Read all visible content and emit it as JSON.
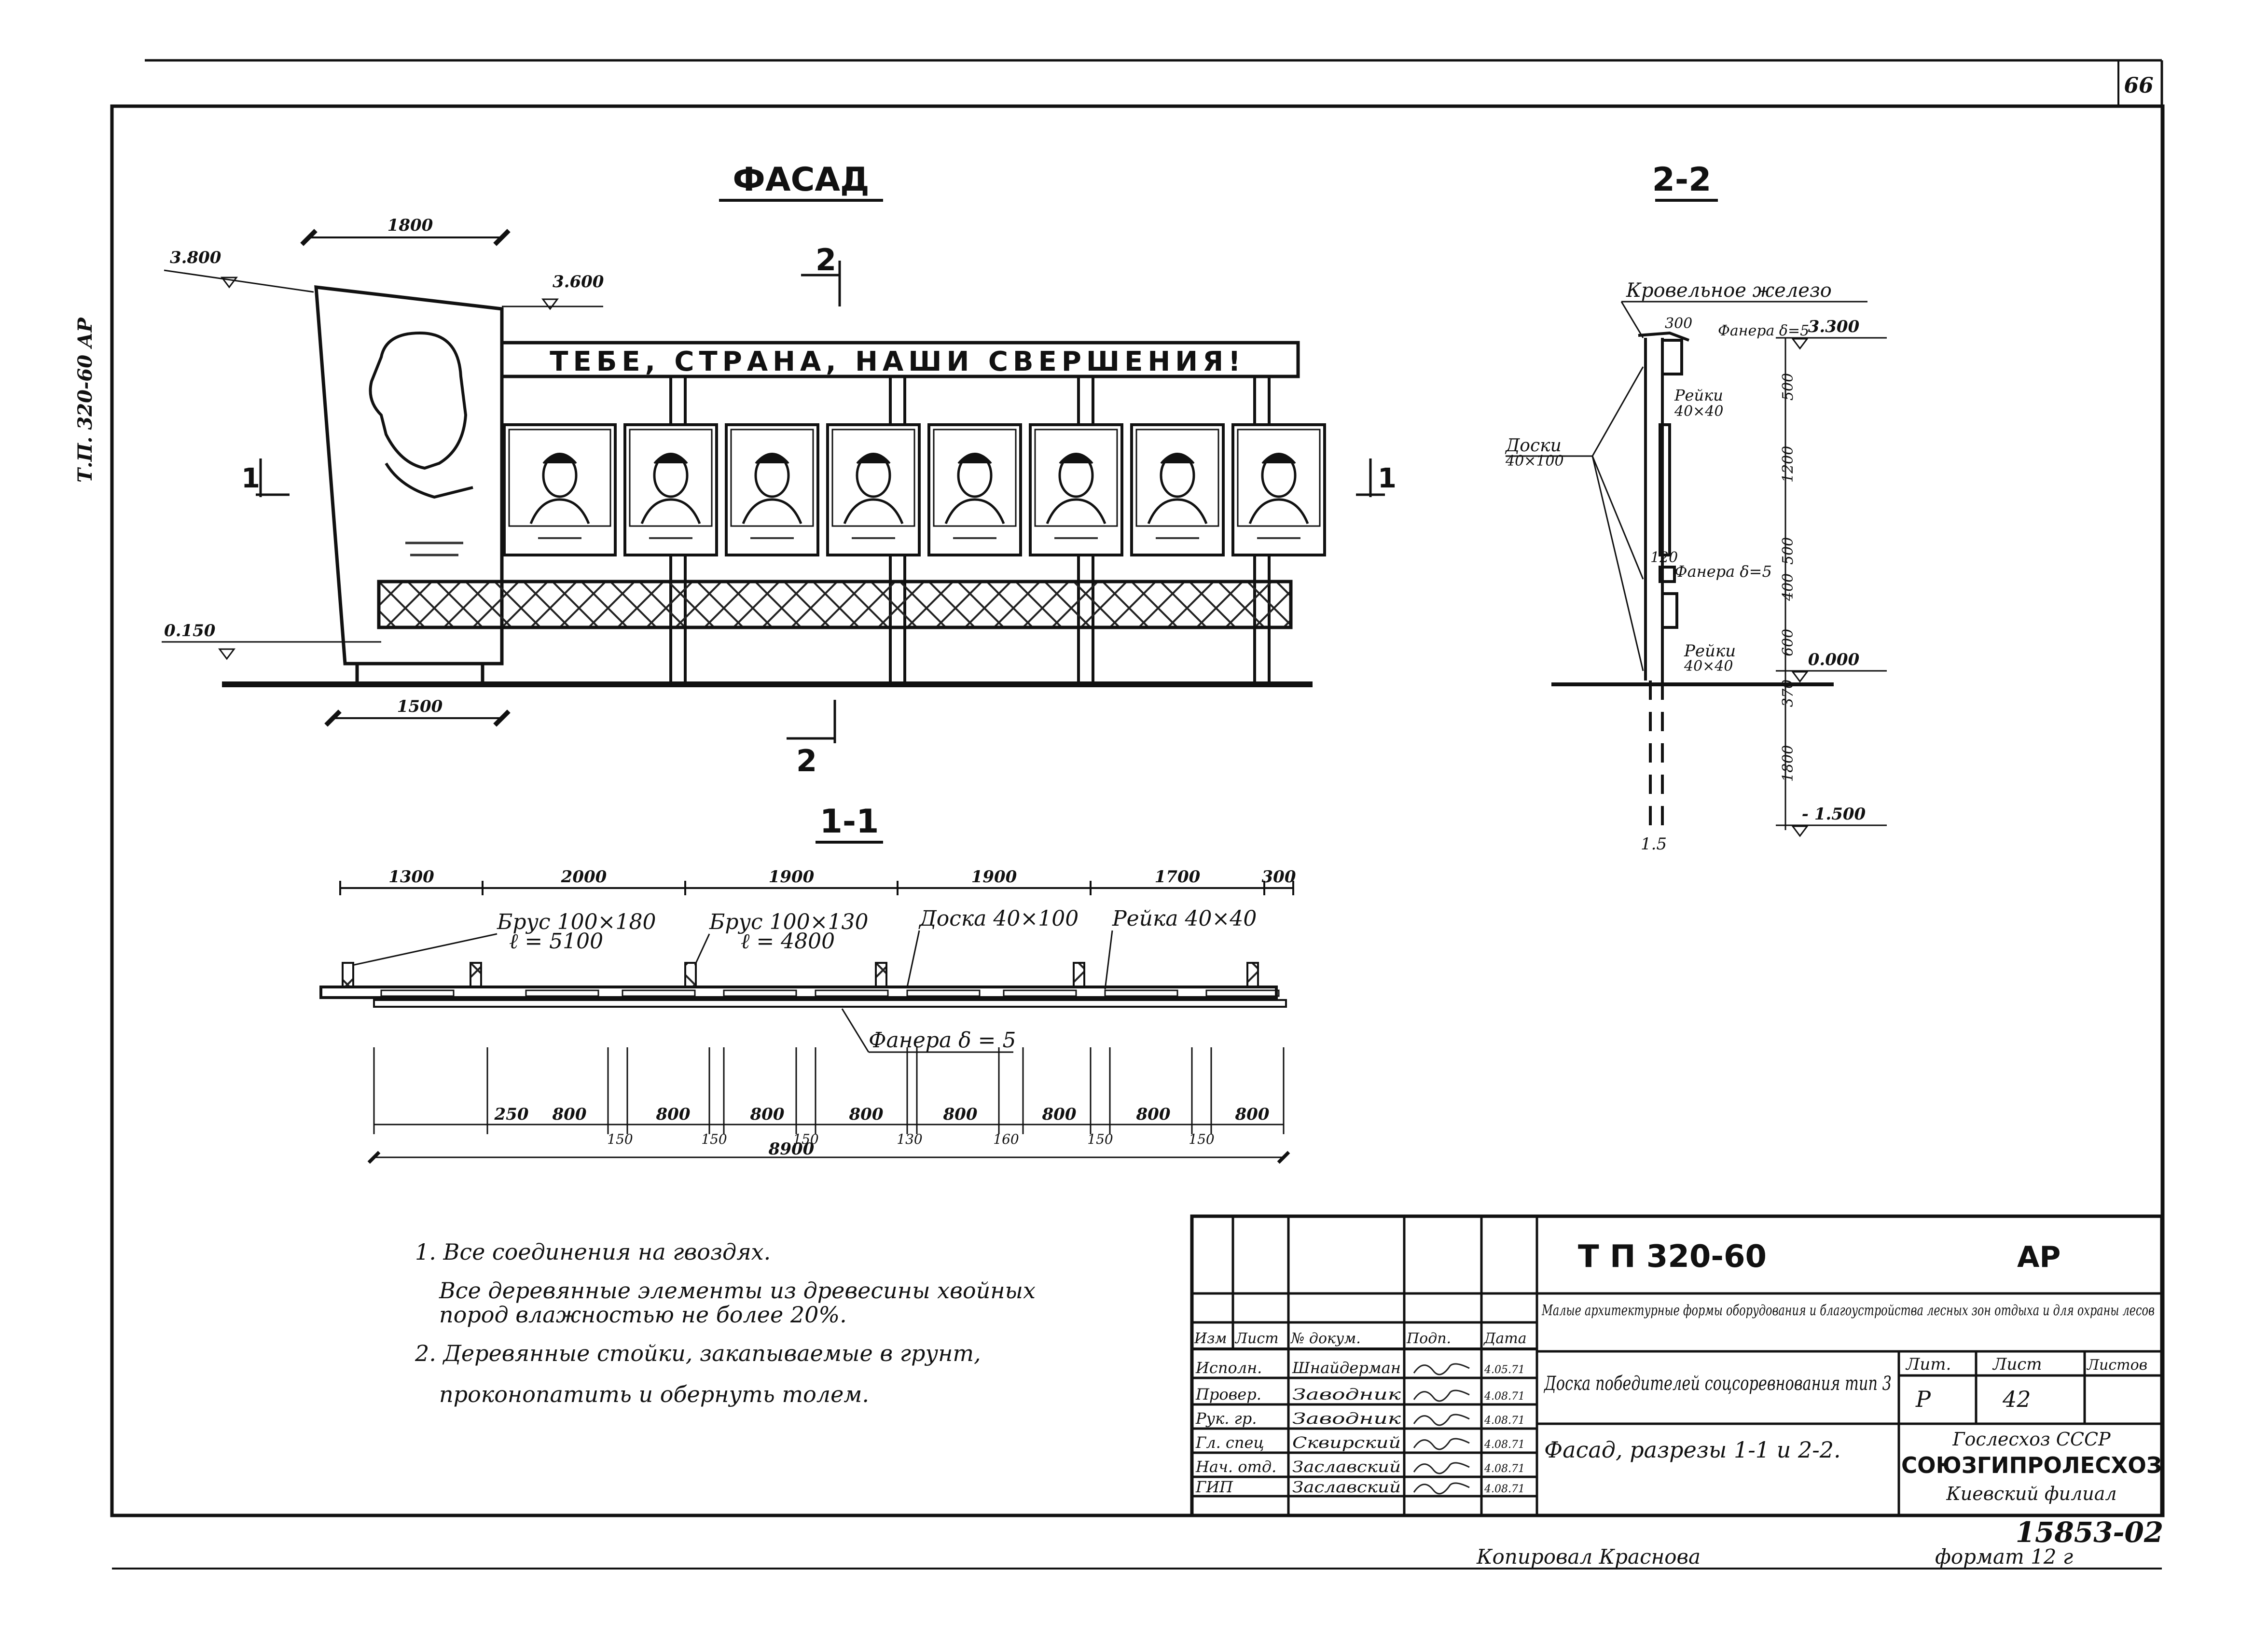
{
  "sheet": {
    "page_number": "66",
    "side_code": "Т.П. 320-60 АР",
    "document_number": "15853-02",
    "copied_by": "Копировал  Краснова",
    "format": "формат 12 г"
  },
  "facade": {
    "title": "ФАСАД",
    "banner": "ТЕБЕ, СТРАНА, НАШИ СВЕРШЕНИЯ!",
    "section_mark": "2",
    "section_mark_bottom": "2",
    "cut_mark": "1",
    "dims": {
      "top_width": "1800",
      "bottom_width": "1500"
    },
    "levels": [
      "3.800",
      "3.600",
      "0.150"
    ]
  },
  "section_11": {
    "title": "1-1",
    "top_dims": [
      "1300",
      "2000",
      "1900",
      "1900",
      "1700",
      "300"
    ],
    "callouts": [
      "Брус 100×180",
      "ℓ = 5100",
      "Брус 100×130",
      "ℓ = 4800",
      "Доска 40×100",
      "Рейка 40×40"
    ],
    "plywood": "Фанера δ = 5",
    "panel_dims": [
      "250",
      "800",
      "800",
      "800",
      "800",
      "800",
      "800",
      "800",
      "800"
    ],
    "gap_dims": [
      "150",
      "150",
      "150",
      "130",
      "160",
      "150",
      "150"
    ],
    "total": "8900"
  },
  "section_22": {
    "title": "2-2",
    "labels": [
      "Кровельное железо",
      "Фанера δ=5",
      "Рейки",
      "40×40",
      "Доски",
      "40×100",
      "Фанера δ=5",
      "Рейки",
      "40×40"
    ],
    "levels": [
      "3.300",
      "0.000",
      "- 1.500"
    ],
    "dims": [
      "300",
      "120",
      "500",
      "1200",
      "500",
      "400",
      "600",
      "370",
      "1800"
    ],
    "foot": "1.5"
  },
  "notes": {
    "items": [
      "1. Все соединения на гвоздях.",
      "Все деревянные элементы из древесины хвойных",
      "пород влажностью не более 20%.",
      "2. Деревянные стойки, закапываемые в грунт,",
      "проконопатить и обернуть толем."
    ]
  },
  "title_block": {
    "code": "Т П  320-60",
    "stage_code": "АР",
    "project": "Малые архитектурные формы оборудования и благоустройства лесных зон отдыха и для охраны лесов",
    "drawing": "Доска победителей соцсоревнования тип 3",
    "content": "Фасад, разрезы 1-1 и 2-2.",
    "headers": {
      "izm": "Изм",
      "list": "Лист",
      "doc": "№ докум.",
      "sign": "Подп.",
      "date": "Дата"
    },
    "roles": [
      {
        "role": "Исполн.",
        "name": "Шнайдерман",
        "date": "4.05.71"
      },
      {
        "role": "Провер.",
        "name": "Заводник",
        "date": "4.08.71"
      },
      {
        "role": "Рук. гр.",
        "name": "Заводник",
        "date": "4.08.71"
      },
      {
        "role": "Гл. спец",
        "name": "Сквирский",
        "date": "4.08.71"
      },
      {
        "role": "Нач. отд.",
        "name": "Заславский",
        "date": "4.08.71"
      },
      {
        "role": "ГИП",
        "name": "Заславский",
        "date": "4.08.71"
      }
    ],
    "lit_header": "Лит.",
    "sheet_header": "Лист",
    "sheets_header": "Листов",
    "lit_value": "Р",
    "sheet_value": "42",
    "org_line1": "Гослесхоз СССР",
    "org_line2": "СОЮЗГИПРОЛЕСХОЗ",
    "org_line3": "Киевский филиал"
  }
}
